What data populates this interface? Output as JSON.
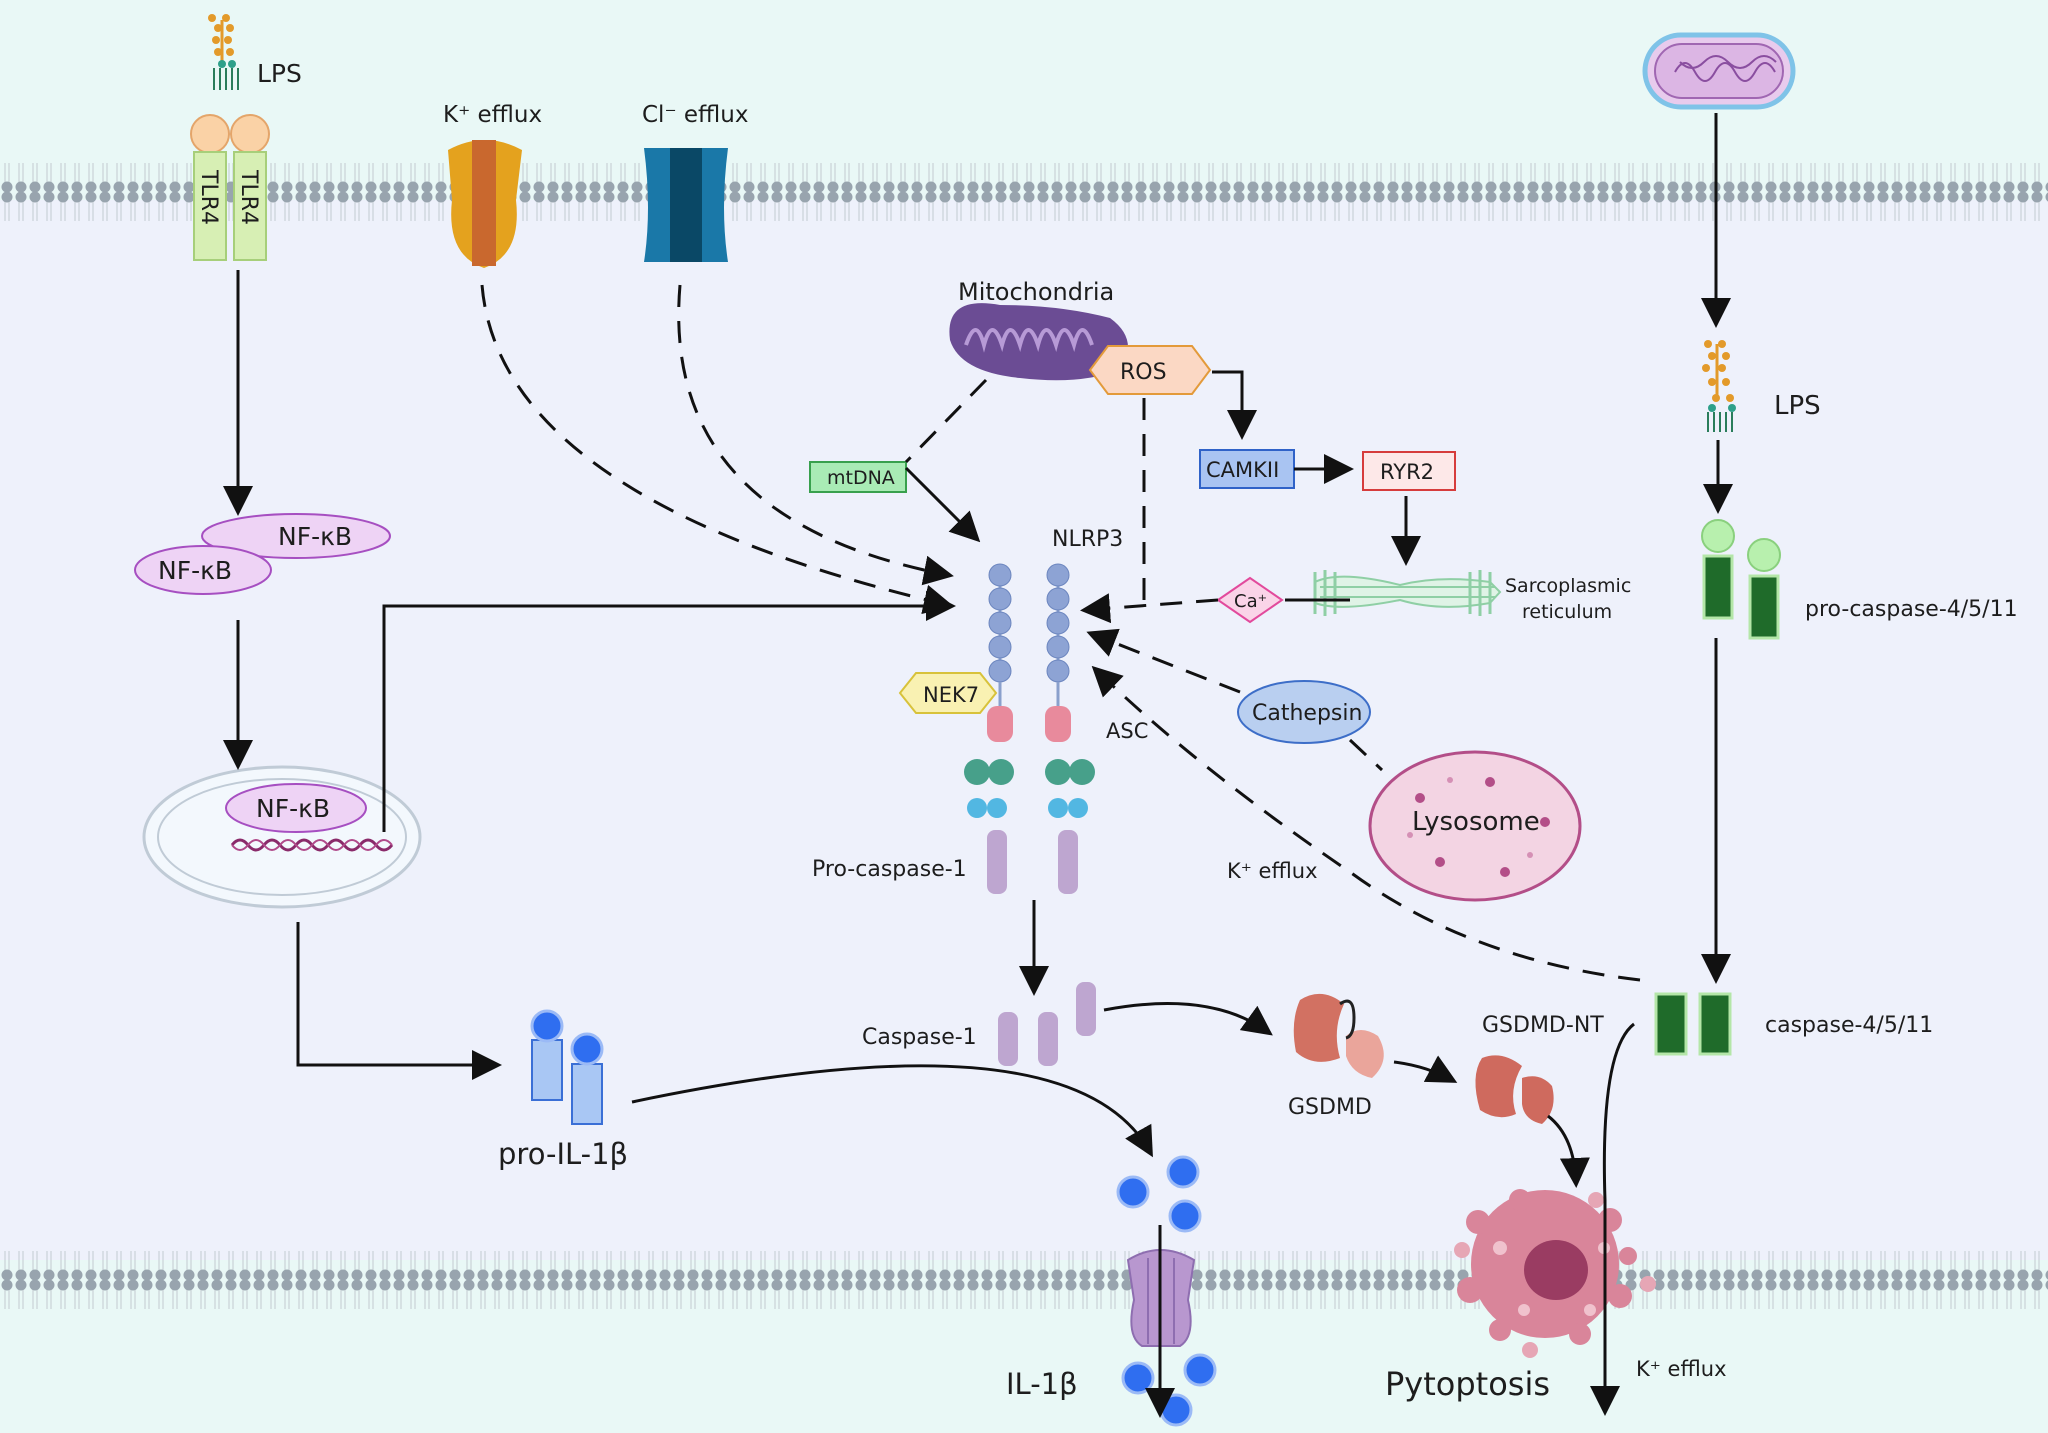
{
  "labels": {
    "lps_top": "LPS",
    "tlr4_a": "TLR4",
    "tlr4_b": "TLR4",
    "k_efflux_top": "K⁺ efflux",
    "cl_efflux": "Cl⁻ efflux",
    "mitochondria": "Mitochondria",
    "ros": "ROS",
    "mtdna": "mtDNA",
    "camkii": "CAMKII",
    "ryr2": "RYR2",
    "nlrp3": "NLRP3",
    "ca": "Ca⁺",
    "sarco_1": "Sarcoplasmic",
    "sarco_2": "reticulum",
    "nek7": "NEK7",
    "asc": "ASC",
    "cathepsin": "Cathepsin",
    "lysosome": "Lysosome",
    "k_efflux_mid": "K⁺ efflux",
    "pro_caspase_1": "Pro-caspase-1",
    "caspase_1": "Caspase-1",
    "gsdmd": "GSDMD",
    "gsdmd_nt": "GSDMD-NT",
    "nfkb_1": "NF-κB",
    "nfkb_2": "NF-κB",
    "nfkb_3": "NF-κB",
    "pro_il1b": "pro-IL-1β",
    "il1b": "IL-1β",
    "pytoptosis": "Pytoptosis",
    "k_efflux_bottom": "K⁺ efflux",
    "lps_right": "LPS",
    "pro_caspase_4511": "pro-caspase-4/5/11",
    "caspase_4511": "caspase-4/5/11"
  },
  "colors": {
    "background": "#e9f8f6",
    "cytoplasm": "#eef1fb",
    "membrane_head": "#98a4ae",
    "nfkb_fill": "#eed3f5",
    "nfkb_stroke": "#a64fc1",
    "ros_fill": "#fbd8c4",
    "ros_stroke": "#e39a3a",
    "camkii_fill": "#a9c4f2",
    "camkii_stroke": "#2f62c8",
    "ryr2_fill": "#fde8e8",
    "ryr2_stroke": "#d63c3c",
    "mtdna_fill": "#a9ebb5",
    "mtdna_stroke": "#38a04d",
    "nek7_fill": "#f9f1b2",
    "nek7_stroke": "#d8c23a",
    "ca_fill": "#fad4e8",
    "ca_stroke": "#e24a9c",
    "cathepsin_fill": "#b9cff0",
    "lysosome_fill": "#f3d4e3",
    "caspase_dark": "#1f6b2a",
    "il1b_blue": "#2f6ef0"
  },
  "icons": [
    "lps-molecule-icon",
    "tlr4-receptor-icon",
    "potassium-channel-icon",
    "chloride-channel-icon",
    "bacterium-icon",
    "mitochondria-icon",
    "sarcoplasmic-reticulum-icon",
    "lysosome-icon",
    "nucleus-icon",
    "dna-icon",
    "gsdmd-protein-icon",
    "pyroptotic-cell-icon",
    "il1b-pore-icon"
  ]
}
